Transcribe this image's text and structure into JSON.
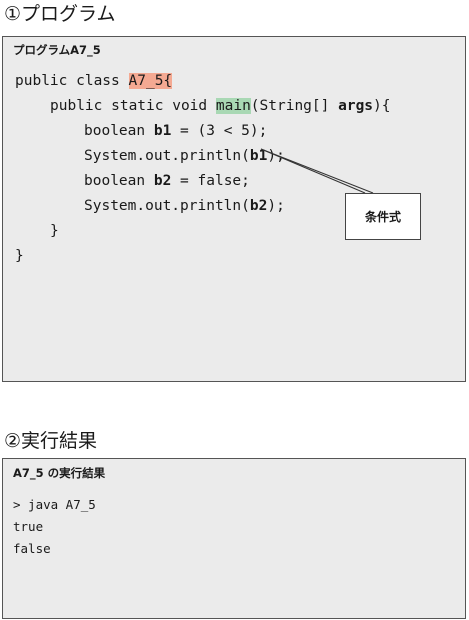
{
  "section1": {
    "heading": "①プログラム"
  },
  "program": {
    "caption": "プログラムA7_5",
    "line1": {
      "pre": "public class ",
      "class_name": "A7_5",
      "post": "{"
    },
    "line2": {
      "pre": "public static void ",
      "method_name": "main",
      "mid": "(String[] ",
      "args": "args",
      "post": "){"
    },
    "line3": {
      "pre": "boolean ",
      "var": "b1",
      "post": " = (3 < 5);"
    },
    "line4": {
      "pre": "System.out.println(",
      "var": "b1",
      "post": ");"
    },
    "line5": {
      "pre": "boolean ",
      "var": "b2",
      "post": " = false;"
    },
    "line6": {
      "pre": "System.out.println(",
      "var": "b2",
      "post": ");"
    },
    "line7": "}",
    "line8": "}"
  },
  "callout": {
    "label": "条件式"
  },
  "section2": {
    "heading": "②実行結果"
  },
  "result": {
    "caption": "A7_5 の実行結果",
    "lines": [
      "> java A7_5",
      "true",
      "false"
    ]
  },
  "colors": {
    "panel_bg": "#ebebeb",
    "highlight_class": "#f4a992",
    "highlight_main": "#a9d8b4"
  }
}
